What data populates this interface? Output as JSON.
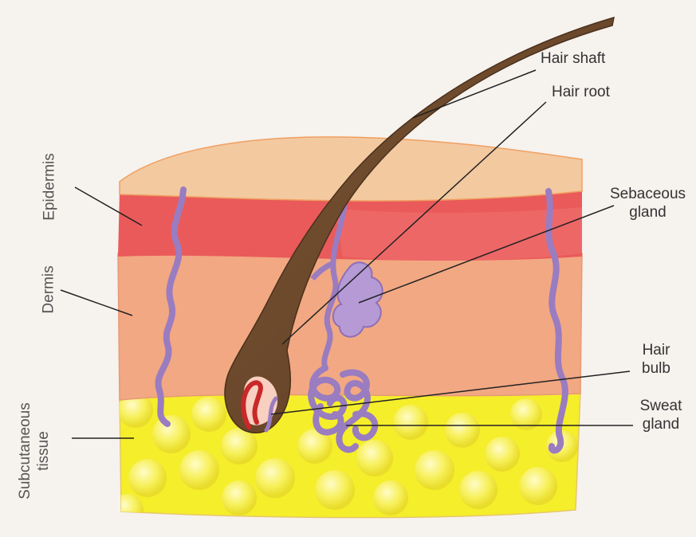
{
  "labels": {
    "hair_shaft": "Hair shaft",
    "hair_root": "Hair root",
    "sebaceous_gland": [
      "Sebaceous",
      "gland"
    ],
    "hair_bulb": [
      "Hair",
      "bulb"
    ],
    "sweat_gland": [
      "Sweat",
      "gland"
    ],
    "epidermis": "Epidermis",
    "dermis": "Dermis",
    "subcutaneous_tissue": [
      "Subcutaneous",
      "tissue"
    ]
  },
  "colors": {
    "background": "#f6f2ee",
    "epidermis_top": "#f3c9a0",
    "epidermis_red": "#ea5a5a",
    "dermis": "#f2a882",
    "subcutaneous_fat": "#f5ee2a",
    "hair": "#6e4a2c",
    "vessels_glands": "#9a7cc0",
    "label_text": "#333333",
    "leader_line": "#222222"
  }
}
